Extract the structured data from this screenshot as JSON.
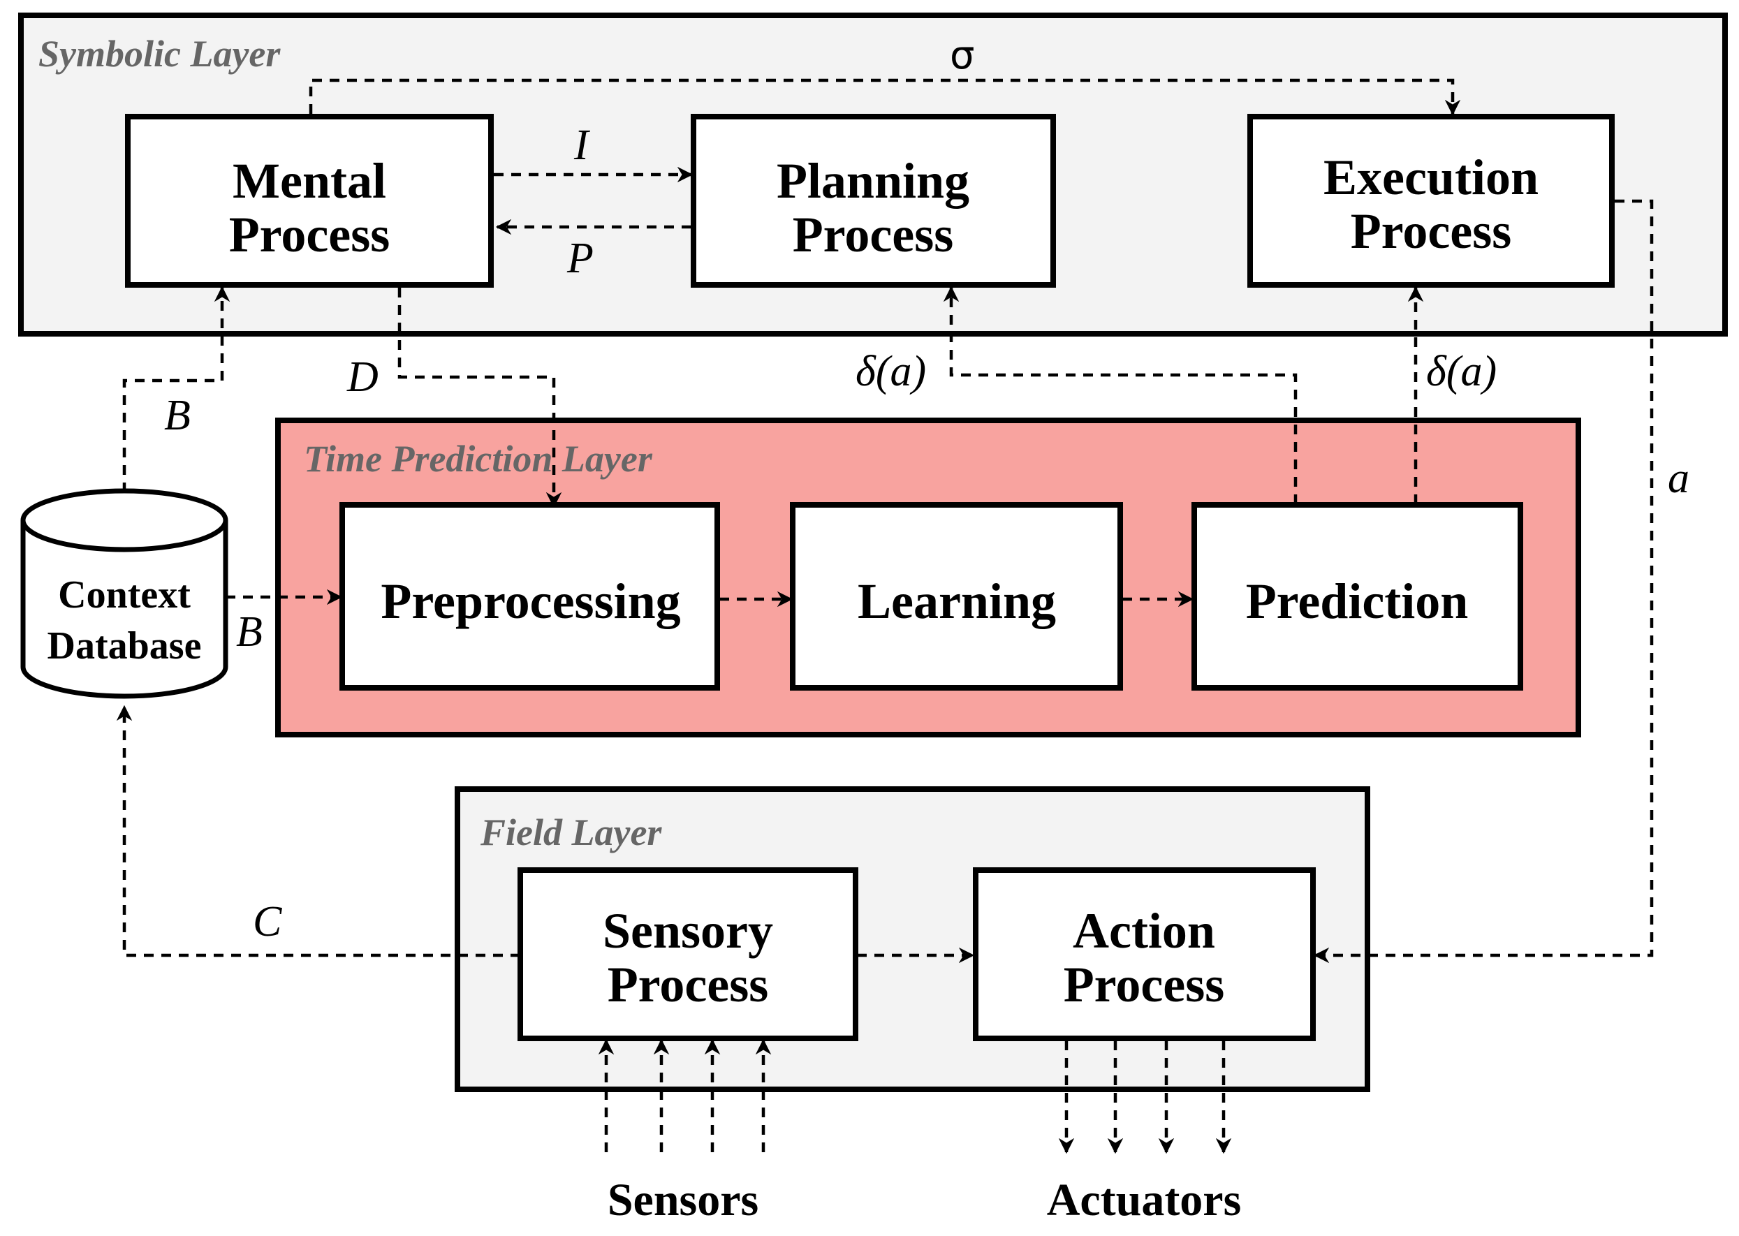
{
  "colors": {
    "symbolic_layer_fill": "#f3f3f3",
    "time_prediction_layer_fill": "#f8a39f",
    "field_layer_fill": "#f3f3f3",
    "layer_label_text": "#666666"
  },
  "layers": {
    "symbolic": {
      "label": "Symbolic Layer"
    },
    "time_prediction": {
      "label": "Time Prediction Layer"
    },
    "field": {
      "label": "Field Layer"
    }
  },
  "boxes": {
    "mental_process": {
      "line1": "Mental",
      "line2": "Process"
    },
    "planning_process": {
      "line1": "Planning",
      "line2": "Process"
    },
    "execution_process": {
      "line1": "Execution",
      "line2": "Process"
    },
    "preprocessing": {
      "label": "Preprocessing"
    },
    "learning": {
      "label": "Learning"
    },
    "prediction": {
      "label": "Prediction"
    },
    "sensory_process": {
      "line1": "Sensory",
      "line2": "Process"
    },
    "action_process": {
      "line1": "Action",
      "line2": "Process"
    }
  },
  "database": {
    "line1": "Context",
    "line2": "Database"
  },
  "edge_labels": {
    "sigma": "σ",
    "intention": "I",
    "plan": "P",
    "data": "D",
    "beliefs_top": "B",
    "beliefs_mid": "B",
    "delta_planning": "δ(a)",
    "delta_execution": "δ(a)",
    "action": "a",
    "context": "C"
  },
  "io": {
    "sensors": "Sensors",
    "actuators": "Actuators"
  }
}
